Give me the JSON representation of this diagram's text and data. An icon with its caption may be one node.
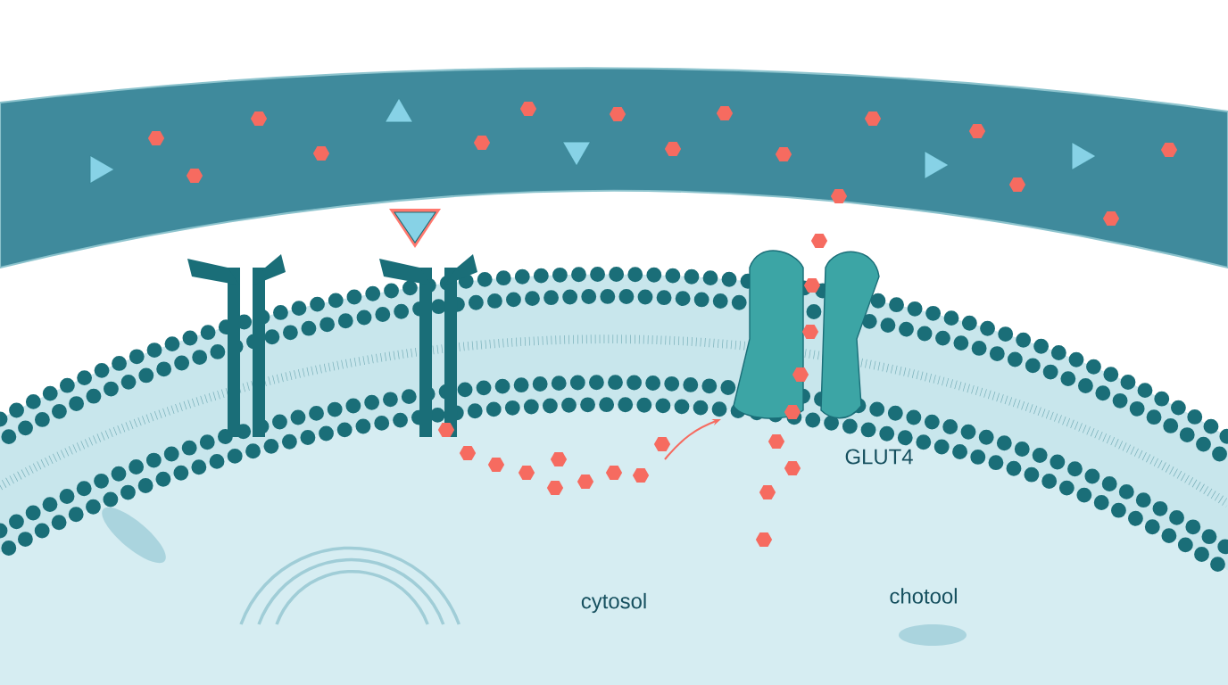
{
  "diagram": {
    "labels": [
      "GLUT4",
      "cytosol",
      "chotool"
    ]
  }
}
